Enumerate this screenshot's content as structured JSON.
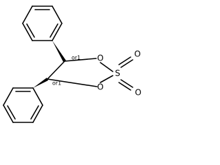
{
  "structure": {
    "atoms": {
      "ring_oxygen_top": "O",
      "ring_oxygen_bottom": "O",
      "sulfur": "S",
      "sulfonyl_oxygen_top": "O",
      "sulfonyl_oxygen_bottom": "O"
    },
    "stereo_labels": {
      "top_carbon": "or1",
      "bottom_carbon": "or1"
    }
  },
  "colors": {
    "line": "#000000",
    "background": "#ffffff"
  }
}
